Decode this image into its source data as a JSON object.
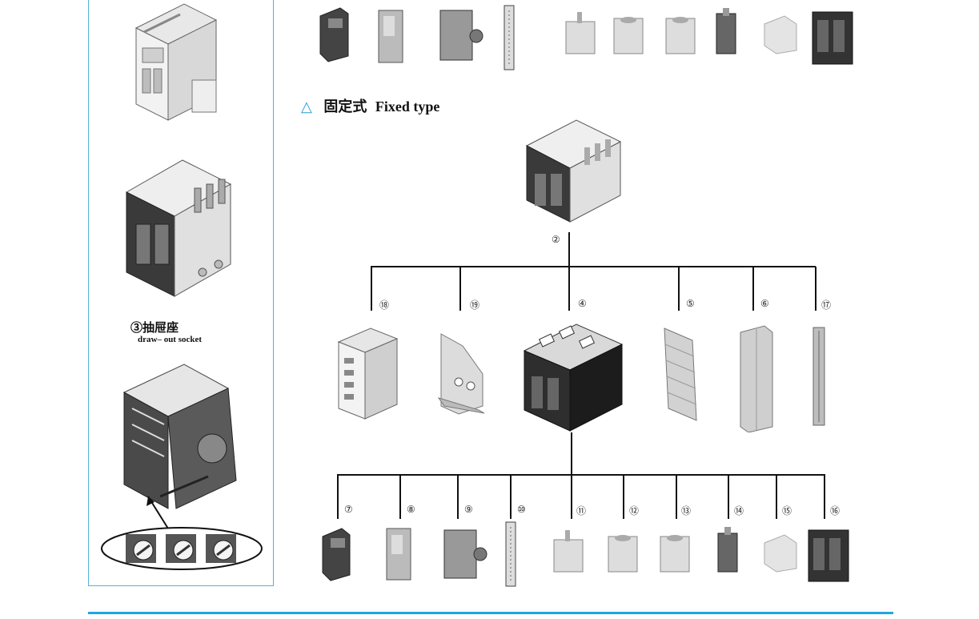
{
  "heading": {
    "marker": "△",
    "cn": "固定式",
    "en": "Fixed type"
  },
  "side_panel": {
    "socket_label_cn": "③抽屉座",
    "socket_label_en": "draw– out socket"
  },
  "tree": {
    "root_label": "②",
    "middle_row": [
      "⑱",
      "⑲",
      "④",
      "⑤",
      "⑥",
      "⑰"
    ],
    "bottom_row": [
      "⑦",
      "⑧",
      "⑨",
      "⑩",
      "⑪",
      "⑫",
      "⑬",
      "⑭",
      "⑮",
      "⑯"
    ]
  },
  "colors": {
    "accent": "#1ea6e0",
    "panel_border": "#4fb3d9",
    "ink": "#222222"
  },
  "icons": {
    "top_row": [
      "motor-operator-icon",
      "shunt-release-icon",
      "mechanism-icon",
      "terminal-strip-icon",
      "undervoltage-icon",
      "closing-coil-icon",
      "shunt-coil-icon",
      "interlock-icon",
      "aux-contact-icon",
      "breaker-body-icon"
    ]
  }
}
